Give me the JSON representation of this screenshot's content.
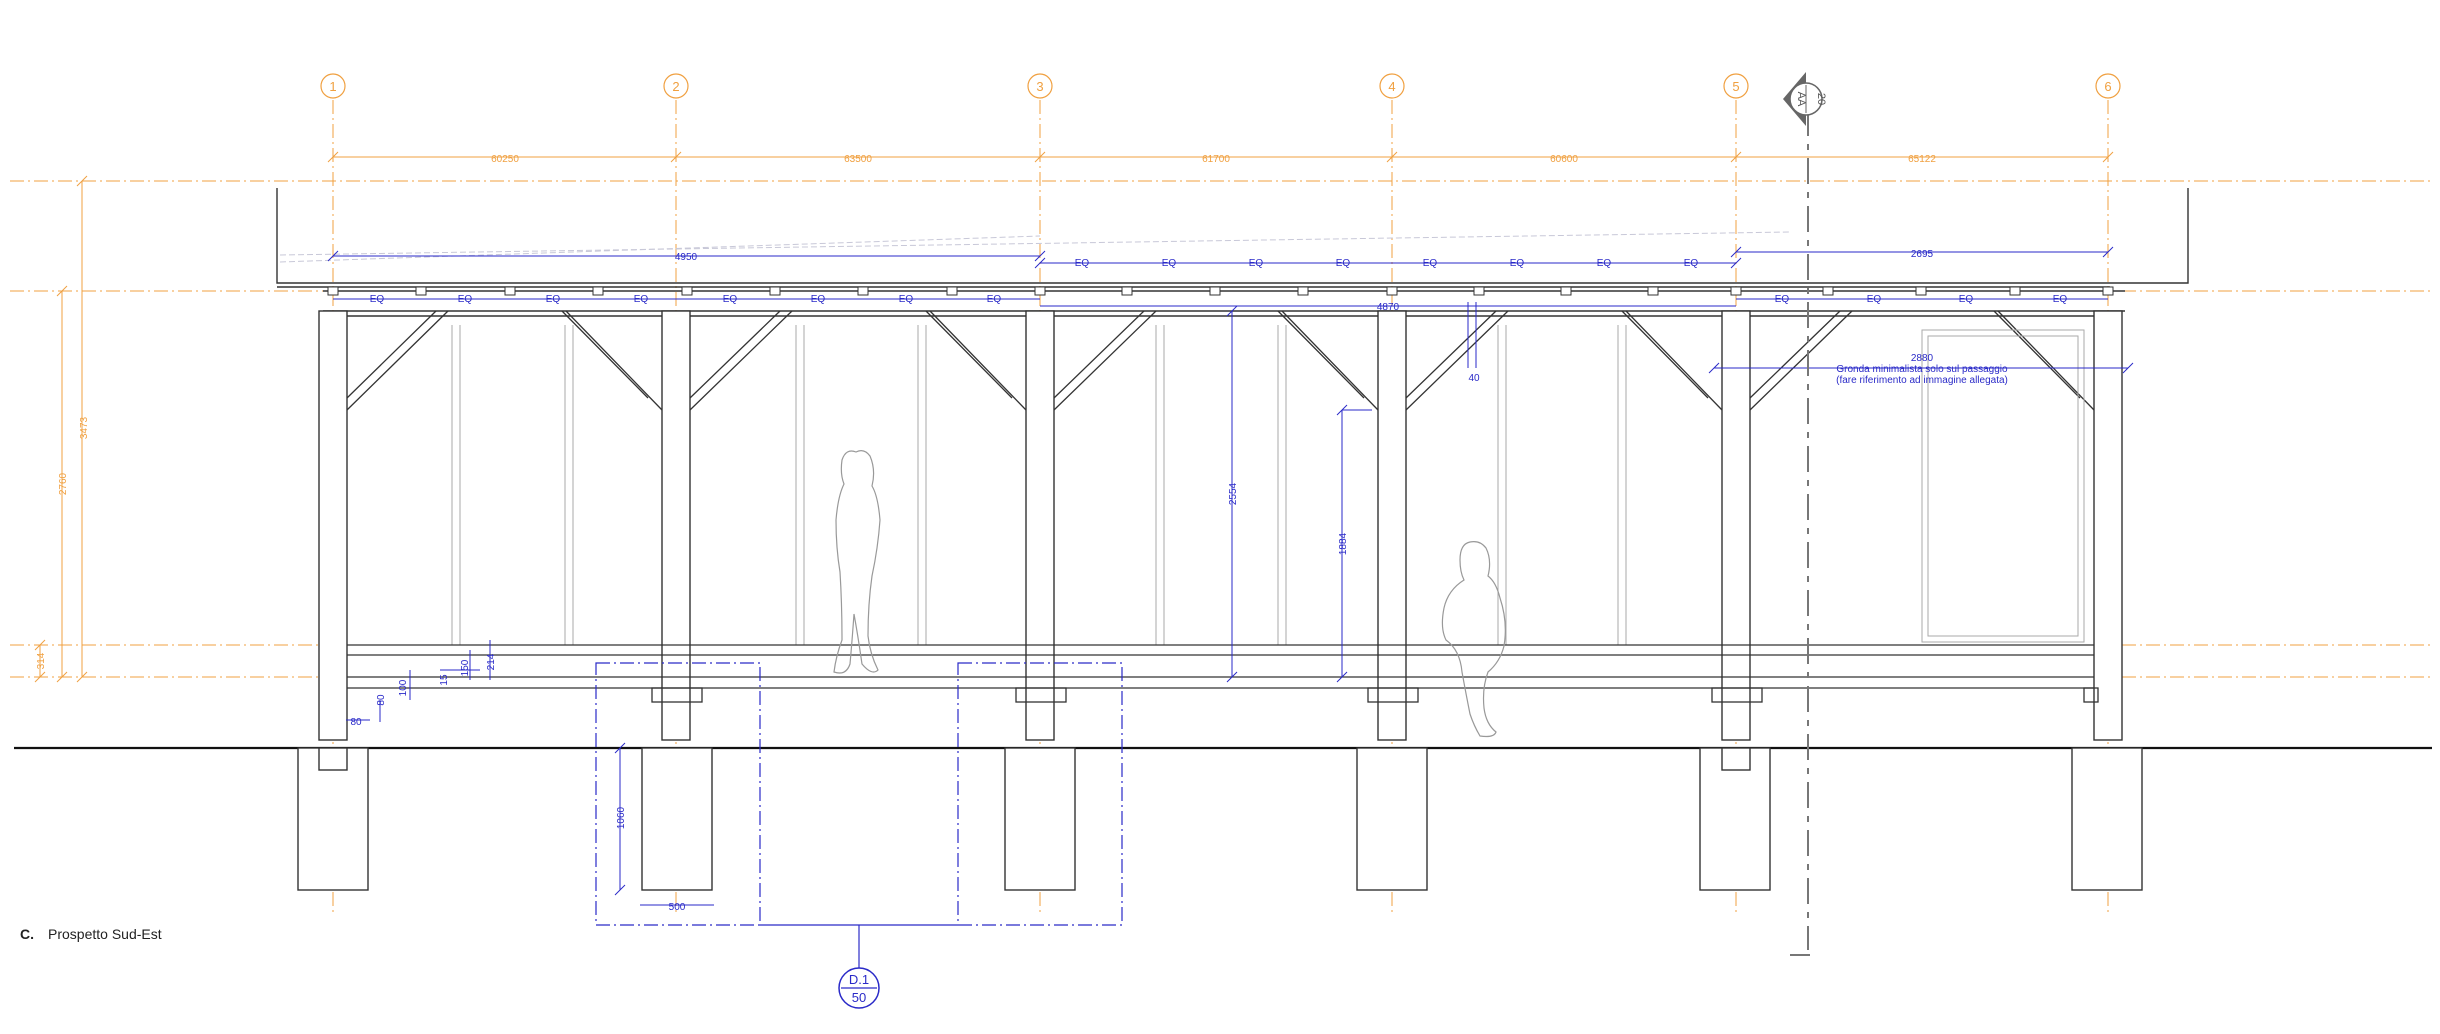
{
  "drawing": {
    "title_prefix": "C.",
    "title": "Prospetto Sud-Est",
    "colors": {
      "grid": "#f0a040",
      "dimension": "#2a2ac8",
      "structure": "#333333",
      "ground": "#111111"
    },
    "axes": [
      "1",
      "2",
      "3",
      "4",
      "5",
      "6"
    ],
    "bay_dimensions": [
      "60250",
      "63500",
      "61700",
      "60600",
      "65122"
    ],
    "vertical_dimensions": {
      "total": "3473",
      "post": "2760",
      "base": "314",
      "post_height": "2554",
      "window": "1884",
      "footing": "1060",
      "footing_width": "500"
    },
    "small_dimensions": [
      "80",
      "80",
      "100",
      "150",
      "15",
      "214",
      "40"
    ],
    "horizontal_dimensions": {
      "left_span": "4950",
      "right_span": "2695",
      "center": "4870",
      "gutter": "2880"
    },
    "eq_label": "EQ",
    "note_line1": "Gronda minimalista solo sul passaggio",
    "note_line2": "(fare riferimento ad immagine allegata)",
    "section_marker": {
      "number": "20",
      "label": "AA"
    },
    "detail_marker": {
      "label": "D.1",
      "scale": "50"
    }
  }
}
